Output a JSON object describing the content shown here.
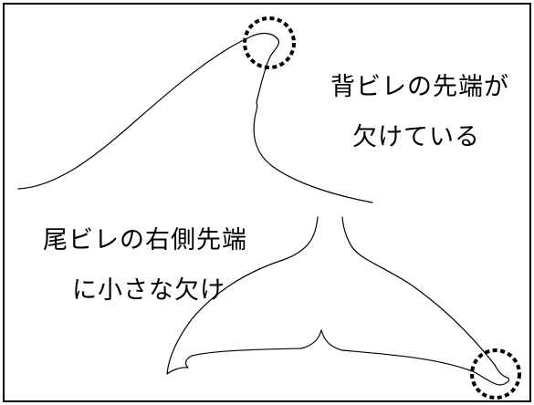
{
  "annotations": {
    "dorsal_fin_line1": "背ビレの先端が",
    "dorsal_fin_line2": "欠けている",
    "tail_fin_line1": "尾ビレの右側先端",
    "tail_fin_line2": "に小さな欠け"
  },
  "colors": {
    "stroke": "#000000",
    "background": "#ffffff"
  },
  "icons": [
    "dorsal-fin-outline",
    "tail-fin-outline",
    "notch-highlight-circle"
  ]
}
